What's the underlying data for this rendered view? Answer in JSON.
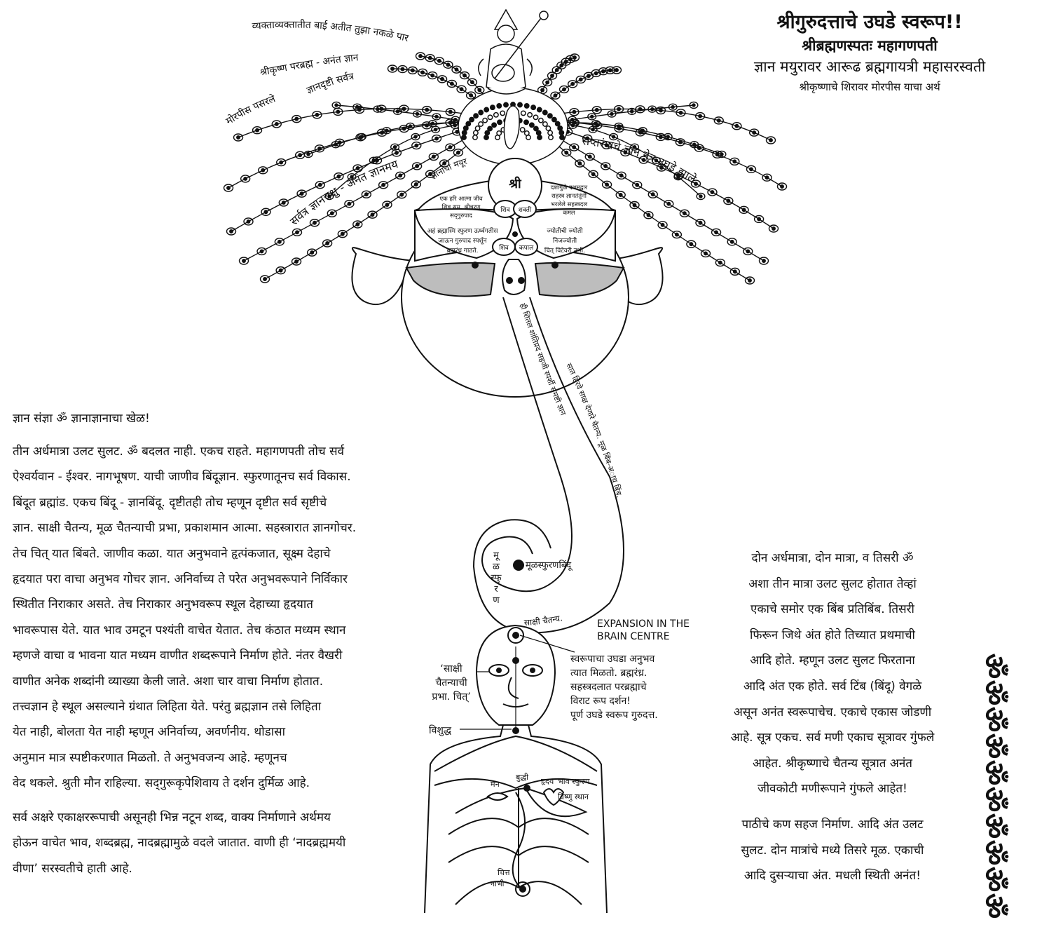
{
  "title": {
    "line1": "श्रीगुरुदत्ताचे उघडे स्वरूप!!",
    "line2": "श्रीब्रह्मणस्पतः महागणपती",
    "line3": "ज्ञान मयुरावर आरूढ ब्रह्मगायत्री महासरस्वती",
    "line4": "श्रीकृष्णाचे शिरावर मोरपीस याचा अर्थ"
  },
  "feather_labels": {
    "top_arc": "व्यक्ताव्यक्तातीत बाई अतीत तुझा नकळे पार",
    "krishna": "श्रीकृष्ण परब्रह्म - अनंत ज्ञान",
    "morpis": "मोरपीस पसरले",
    "dnyanadrushti": "ज्ञानदृष्टी सर्वत्र",
    "sarvatra": "सर्वत्र ज्ञानचक्षु - अनंत ज्ञानमय",
    "saptarang": "सप्तरंगाचे ज्ञान नेत्र उघडे झाले",
    "mayur": "ज्ञानाचा मयूर"
  },
  "head_labels": {
    "shri": "श्री",
    "shiv": "शिव",
    "shakti": "शक्ती",
    "shiv2": "शिव",
    "kapal": "कपाल",
    "left_top": [
      "एक हरि आत्मा जीव",
      "शिव सम. श्रीचरण",
      "सद्‌गुरुपाद"
    ],
    "right_top": [
      "दशांगुळे दशमद्वार",
      "सहस्त्र ज्ञानतंतूंनी",
      "भरलेले सहस्त्रदल",
      "कमल"
    ],
    "left_mid": [
      "अहं ब्रह्मास्मि स्फुरण ऊर्ध्वगतीस",
      "जाऊन गुरुपाद स्पर्शून",
      "ब्रह्मरंध्र गाठते."
    ],
    "right_mid": [
      "ज्योतीची ज्योती",
      "निजज्योती",
      "चित् विटेवरी उभी."
    ]
  },
  "trunk_labels": {
    "outer": "ही शितल शांतिप्रद सहजी स्पर्शी समष्टी ज्ञान",
    "inner": "सात हिरवे साक्ष देणारे चैतन्य. मूळ बिंब-अाध बिंब."
  },
  "coil_labels": {
    "vertical": [
      "मू",
      "ळ",
      "स्फु",
      "र",
      "ण"
    ],
    "bindu": "मूळस्फुरणबिंदू",
    "sakshi": "साक्षी चैतन्य."
  },
  "body_labels": {
    "expansion": [
      "EXPANSION IN THE",
      "BRAIN CENTRE"
    ],
    "swaroop": [
      "स्वरूपाचा उघडा अनुभव",
      "त्यात मिळतो. ब्रह्मरंध्र.",
      "सहस्त्रदलात परब्रह्माचे",
      "विराट रूप दर्शन!",
      "पूर्ण उघडे स्वरूप गुरुदत्त."
    ],
    "sakshi_prabha": [
      "‘साक्षी",
      "चैतन्याची",
      "प्रभा. चित्’"
    ],
    "vishuddha": "विशुद्ध",
    "man": "मन",
    "buddhi": "बुद्धी",
    "hriday": "हृदय",
    "bhav": "भाव स्फुरण",
    "vishnu": "विष्णु स्थान",
    "chitt": "चित्त",
    "nabhi": "नाभी"
  },
  "left_text": {
    "heading": "ज्ञान संज्ञा ॐ  ज्ञानाज्ञानाचा खेळ!",
    "para1": [
      "तीन अर्धमात्रा उलट सुलट. ॐ बदलत नाही. एकच राहते. महागणपती तोच सर्व",
      "ऐश्वर्यवान - ईश्वर. नागभूषण. याची जाणीव बिंदूज्ञान. स्फुरणातूनच सर्व विकास.",
      "बिंदूत ब्रह्मांड. एकच बिंदू - ज्ञानबिंदू. दृष्टीतही तोच म्हणून दृष्टीत सर्व सृष्टीचे",
      "ज्ञान. साक्षी चैतन्य, मूळ चैतन्याची प्रभा, प्रकाशमान आत्मा. सहस्त्रारात ज्ञानगोचर.",
      "तेच चित् यात बिंबते. जाणीव कळा. यात अनुभवाने हृत्पंकजात, सूक्ष्म देहाचे",
      "हृदयात परा वाचा अनुभव गोचर ज्ञान. अनिर्वाच्य ते परेत अनुभवरूपाने निर्विकार",
      "स्थितीत निराकार असते. तेच निराकार अनुभवरूप स्थूल देहाच्या हृदयात",
      "भावरूपास येते. यात भाव उमटून पश्यंती वाचेत येतात. तेच कंठात मध्यम स्थान",
      "म्हणजे वाचा व भावना यात मध्यम वाणीत शब्दरूपाने निर्माण होते. नंतर वैखरी",
      "वाणीत अनेक शब्दांनी व्याख्या केली जाते. अशा चार वाचा निर्माण होतात.",
      "तत्त्वज्ञान हे स्थूल असल्याने ग्रंथात लिहिता येते. परंतु ब्रह्मज्ञान तसे लिहिता",
      "येत नाही, बोलता येत नाही म्हणून अनिर्वाच्य, अवर्णनीय. थोडासा",
      "अनुमान मात्र स्पष्टीकरणात मिळतो. ते अनुभवजन्य आहे. म्हणूनच",
      "वेद थकले. श्रुती मौन राहिल्या. सद्‌गुरूकृपेशिवाय ते दर्शन दुर्मिळ आहे."
    ],
    "para2": [
      "सर्व अक्षरे एकाक्षररूपाची असूनही भिन्न नटून शब्द, वाक्य निर्माणाने अर्थमय",
      "होऊन वाचेत भाव, शब्दब्रह्म, नादब्रह्मामुळे वदले जातात. वाणी ही ‘नादब्रह्ममयी",
      "वीणा’ सरस्वतीचे हाती आहे."
    ]
  },
  "right_text": {
    "para1": [
      "दोन अर्धमात्रा, दोन मात्रा, व तिसरी ॐ",
      "अशा तीन मात्रा उलट सुलट होतात तेव्हां",
      "एकाचे समोर एक बिंब प्रतिबिंब. तिसरी",
      "फिरून जिथे अंत होते तिच्यात प्रथमाची",
      "आदि होते. म्हणून उलट सुलट फिरताना",
      "आदि अंत एक होते. सर्व टिंब (बिंदू) वेगळे",
      "असून अनंत स्वरूपाचेच. एकाचे एकास जोडणी",
      "आहे. सूत्र एकच. सर्व मणी एकाच सूत्रावर गुंफले",
      "आहेत. श्रीकृष्णाचे चैतन्य सूत्रात अनंत",
      "जीवकोटी मणीरूपाने गुंफले आहेत!"
    ],
    "para2": [
      "पाठीचे कण सहज निर्माण. आदि अंत उलट",
      "सुलट. दोन मात्रांचे मध्ये तिसरे मूळ. एकाची",
      "आदि दुसऱ्याचा अंत. मधली स्थिती अनंत!"
    ]
  },
  "om_column": {
    "glyph": "ॐ",
    "count": 10
  }
}
